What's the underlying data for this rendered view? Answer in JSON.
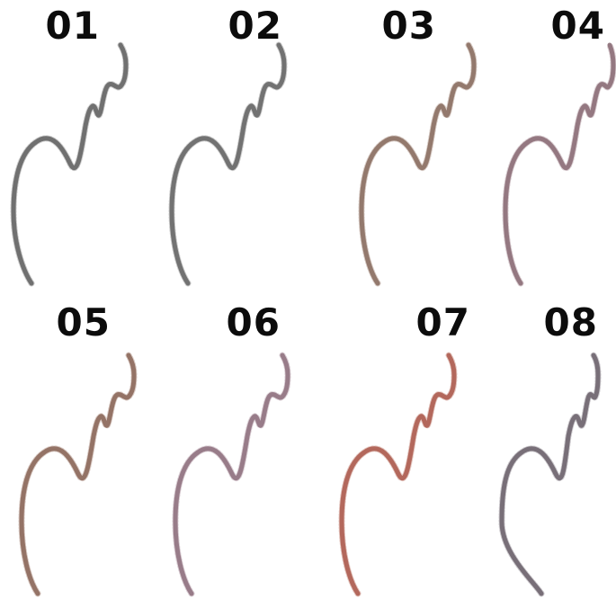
{
  "swatches": [
    {
      "label": "01",
      "color": "#4d4d4d",
      "color_alt": "#6a6a6a"
    },
    {
      "label": "02",
      "color": "#505050",
      "color_alt": "#6e6e6e"
    },
    {
      "label": "03",
      "color": "#7a5e52",
      "color_alt": "#8b6a5a"
    },
    {
      "label": "04",
      "color": "#7a5a64",
      "color_alt": "#8f6d78"
    },
    {
      "label": "05",
      "color": "#7a5648",
      "color_alt": "#8e6454"
    },
    {
      "label": "06",
      "color": "#80606e",
      "color_alt": "#927080"
    },
    {
      "label": "07",
      "color": "#a0493c",
      "color_alt": "#b05a48"
    },
    {
      "label": "08",
      "color": "#5a5058",
      "color_alt": "#6e6470"
    }
  ],
  "icons": {
    "stroke": "pencil-stroke-swatch"
  }
}
